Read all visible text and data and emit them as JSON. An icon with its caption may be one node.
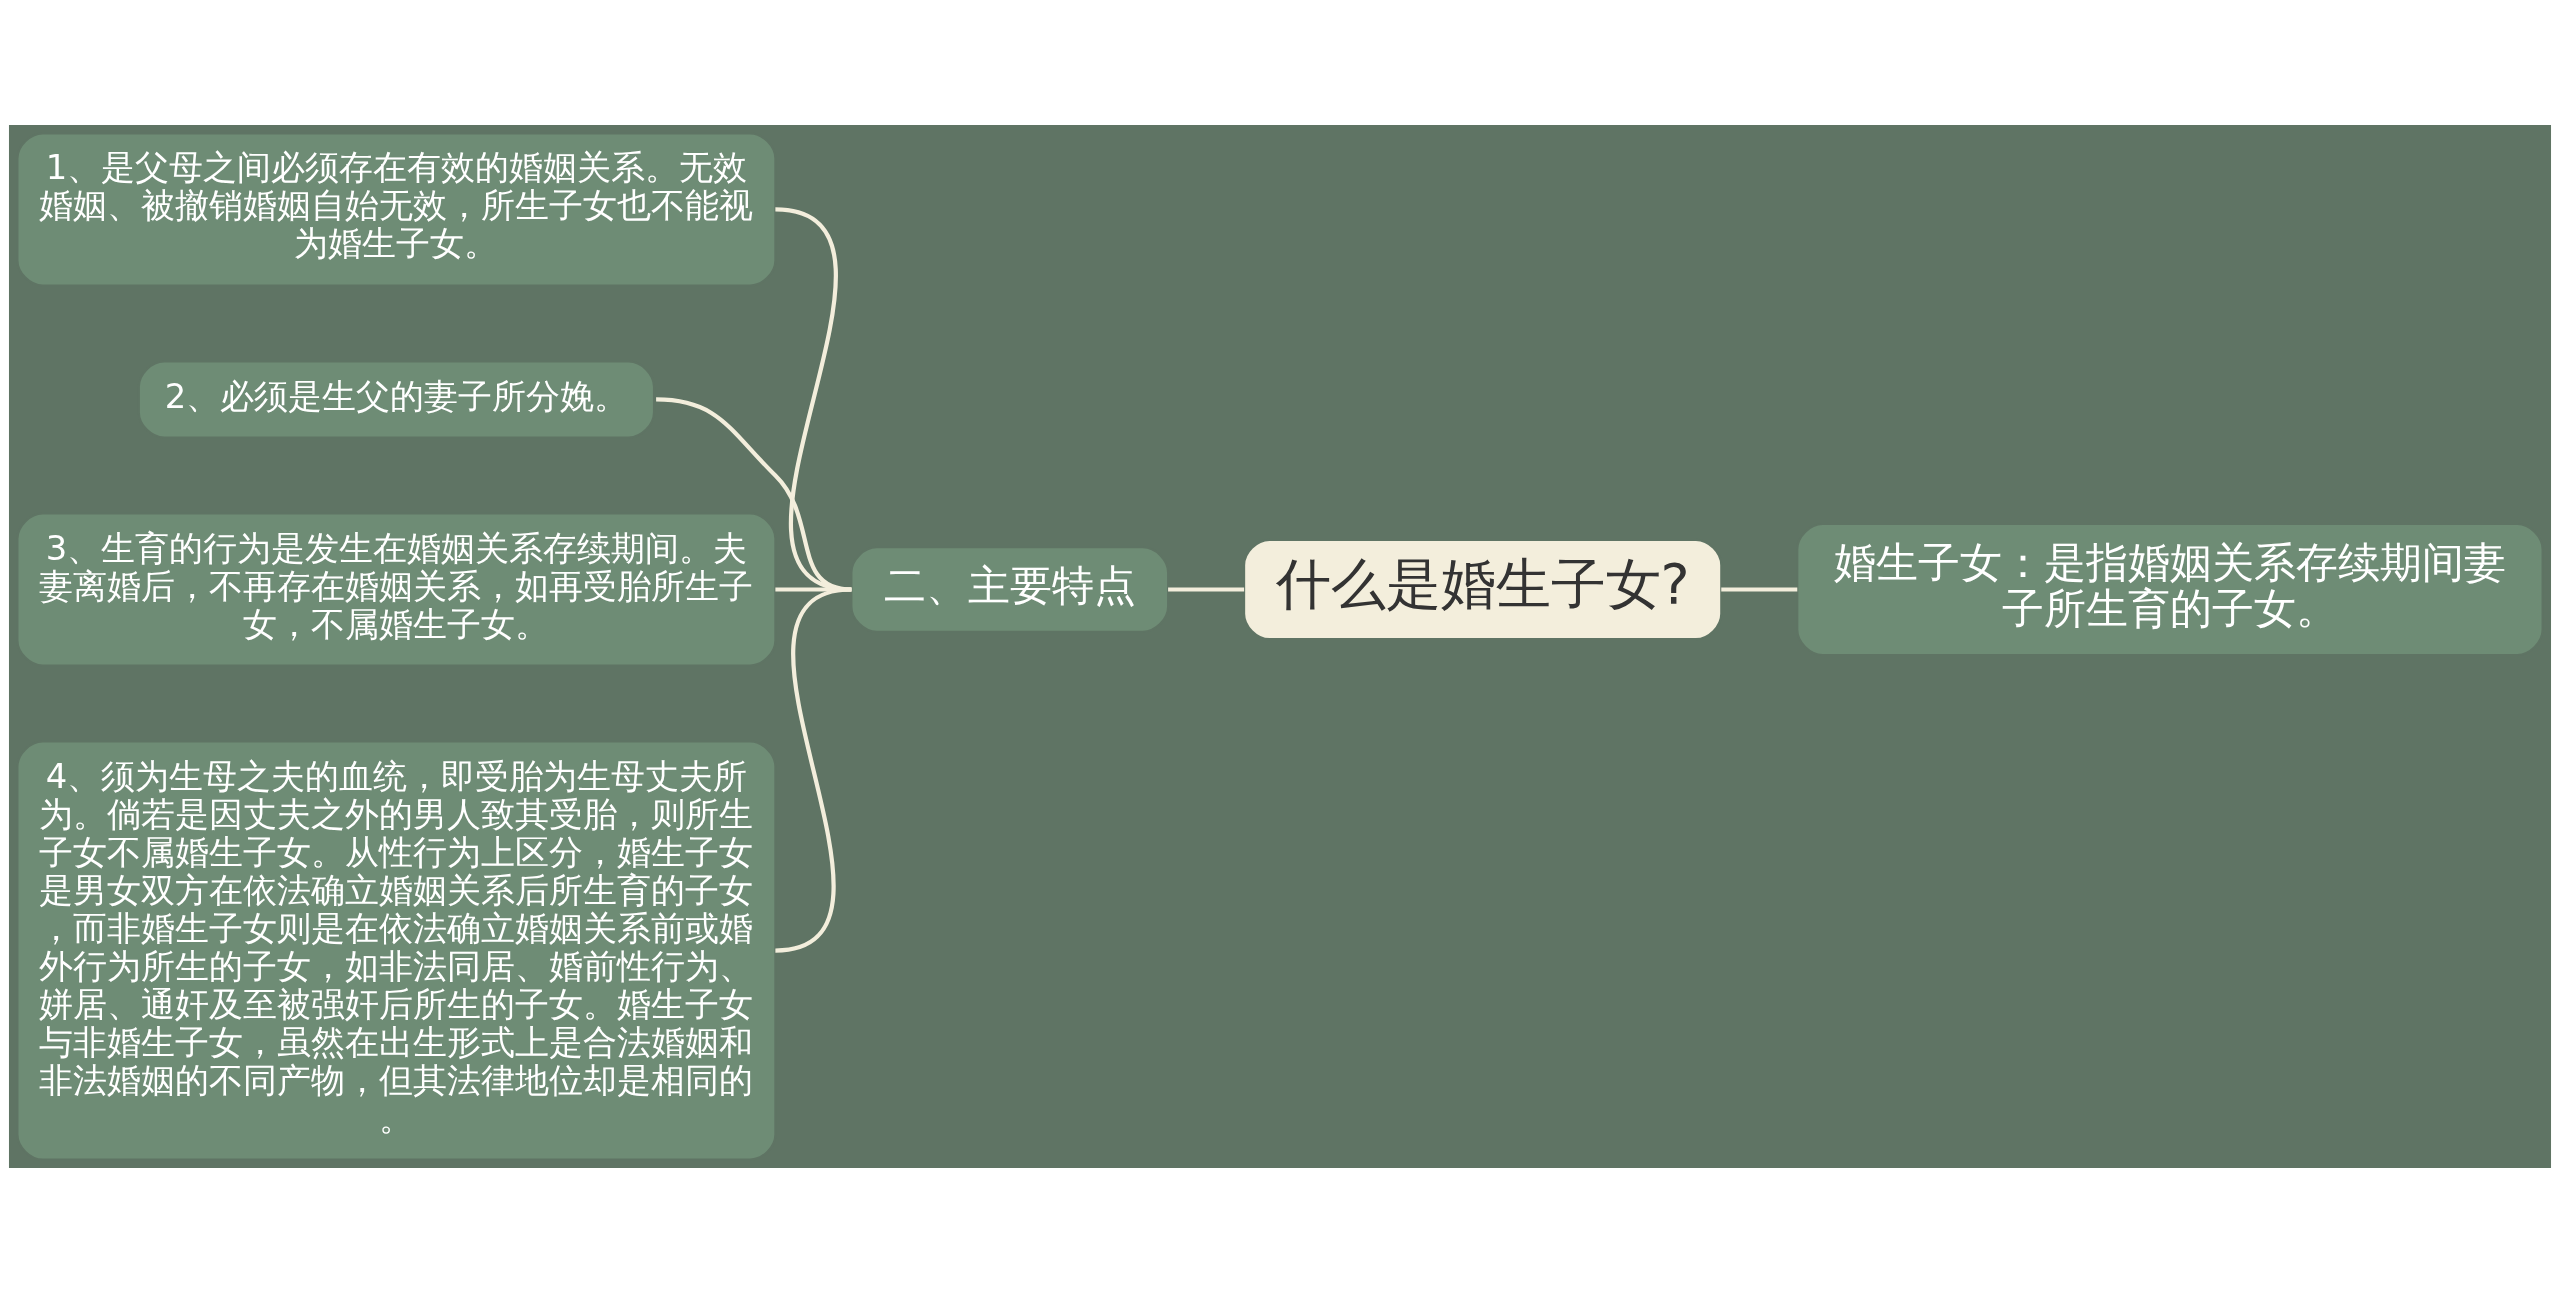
{
  "diagram": {
    "nodes": [
      {
        "text": [
          "什么是婚生子女?"
        ]
      },
      {
        "text": [
          "婚生子女：是指婚姻关系存续期间妻子所生育的子女。"
        ]
      },
      {
        "text": [
          "二、主要特点"
        ]
      },
      {
        "text": [
          "1、是父母之间必须存在有效的婚姻关系。无效婚姻、被撤销婚姻自始无效，所生子女也不能视为婚生子女。"
        ]
      },
      {
        "text": [
          "2、必须是生父的妻子所分娩。"
        ]
      },
      {
        "text": [
          "3、生育的行为是发生在婚姻关系存续期间。夫妻离婚后，不再存在婚姻关系，如再受胎所生子女，不属婚生子女。"
        ]
      },
      {
        "text": [
          "4、须为生母之夫的血统，即受胎为生母丈夫所为。倘若是因丈夫之外的男人致其受胎，则所生子女不属婚生子女。从性行为上区分，婚生子女是男女双方在依法确立婚姻关系后所生育的子女，而非婚生子女则是在依法确立婚姻关系前或婚外行为所生的子女，如非法同居、婚前性行为、姘居、通奸及至被强奸后所生的子女。婚生子女与非婚生子女，虽然在出生形式上是合法婚姻和非法婚姻的不同产物，但其法律地位却是相同的。"
        ]
      }
    ],
    "edges": [
      {
        "from": 0,
        "to": 1,
        "arrow": "none"
      },
      {
        "from": 0,
        "to": 2,
        "arrow": "none"
      },
      {
        "from": 2,
        "to": 3,
        "arrow": "none"
      },
      {
        "from": 2,
        "to": 4,
        "arrow": "none"
      },
      {
        "from": 2,
        "to": 5,
        "arrow": "none"
      },
      {
        "from": 2,
        "to": 6,
        "arrow": "none"
      }
    ]
  }
}
